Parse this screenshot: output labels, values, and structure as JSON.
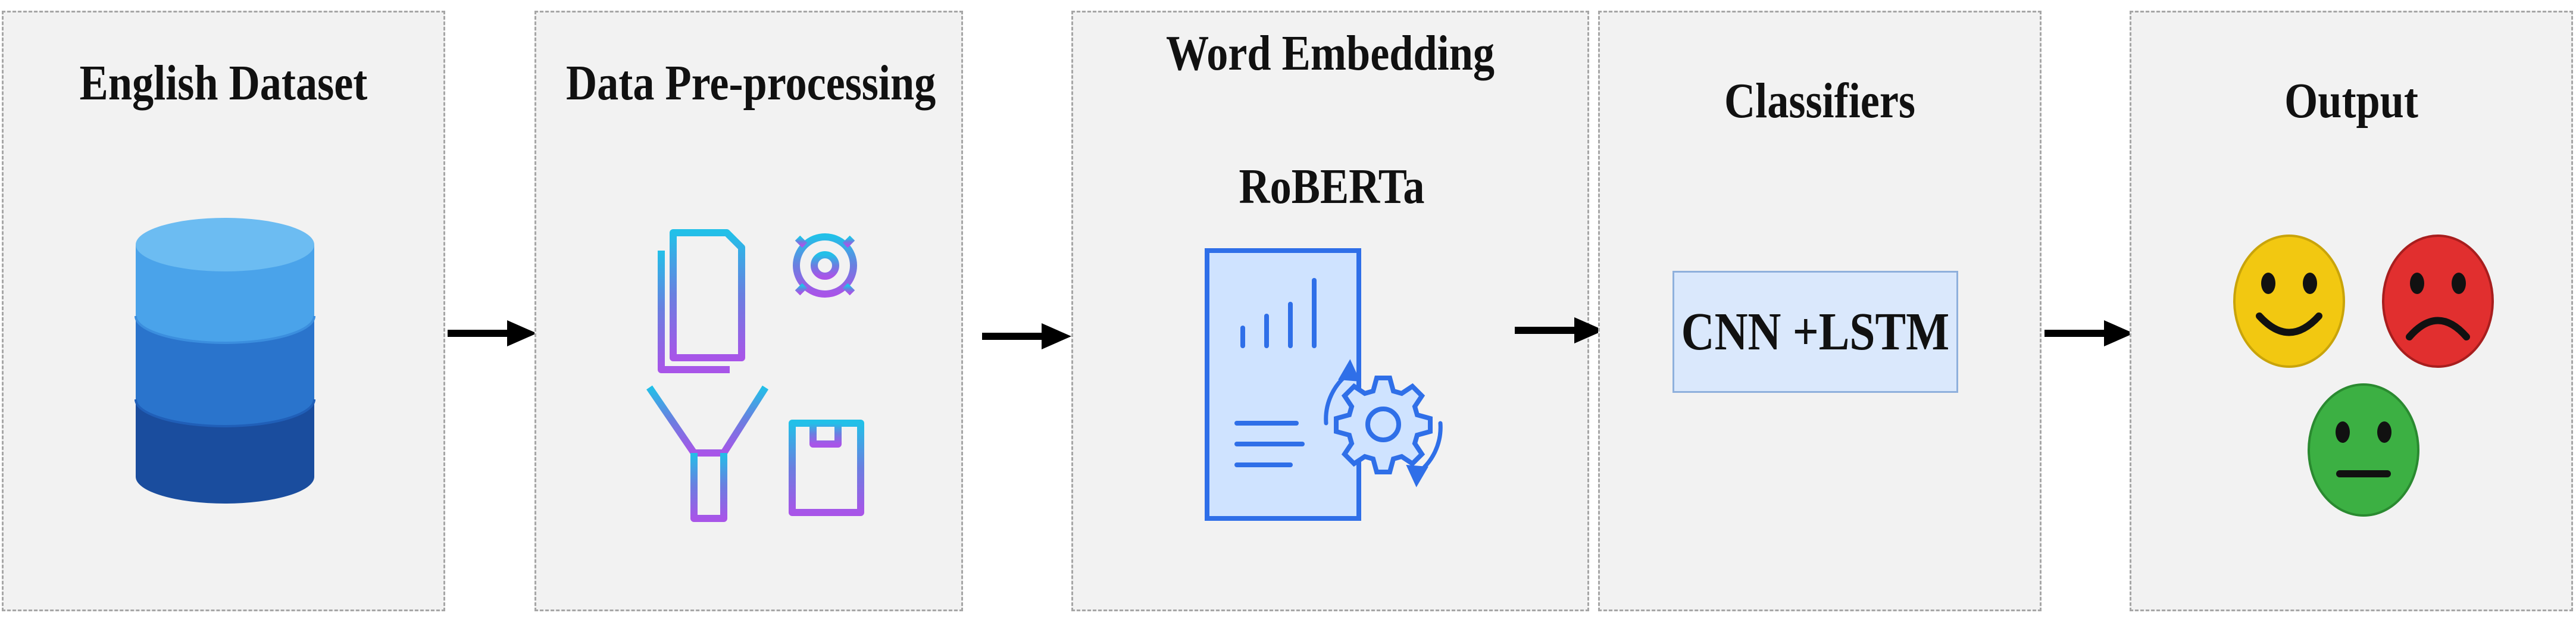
{
  "stages": [
    {
      "title": "English Dataset",
      "icon": "database-icon"
    },
    {
      "title": "Data Pre-processing",
      "icon": "preprocessing-pipeline-icon"
    },
    {
      "title": "Word Embedding",
      "subtitle": "RoBERTa",
      "icon": "document-settings-icon"
    },
    {
      "title": "Classifiers",
      "model": "CNN +LSTM"
    },
    {
      "title": "Output",
      "icons": [
        "happy-face-icon",
        "sad-face-icon",
        "neutral-face-icon"
      ]
    }
  ],
  "colors": {
    "panel_bg": "#f2f2f2",
    "panel_border": "#a6a6a6",
    "model_box_fill": "#dae8fc",
    "model_box_border": "#8fb0dc",
    "database_top": "#4aa3ea",
    "database_mid": "#2a74cc",
    "database_bottom": "#1a4d9e",
    "happy_face": "#f2c811",
    "sad_face": "#e12f2f",
    "neutral_face": "#3cb043"
  }
}
